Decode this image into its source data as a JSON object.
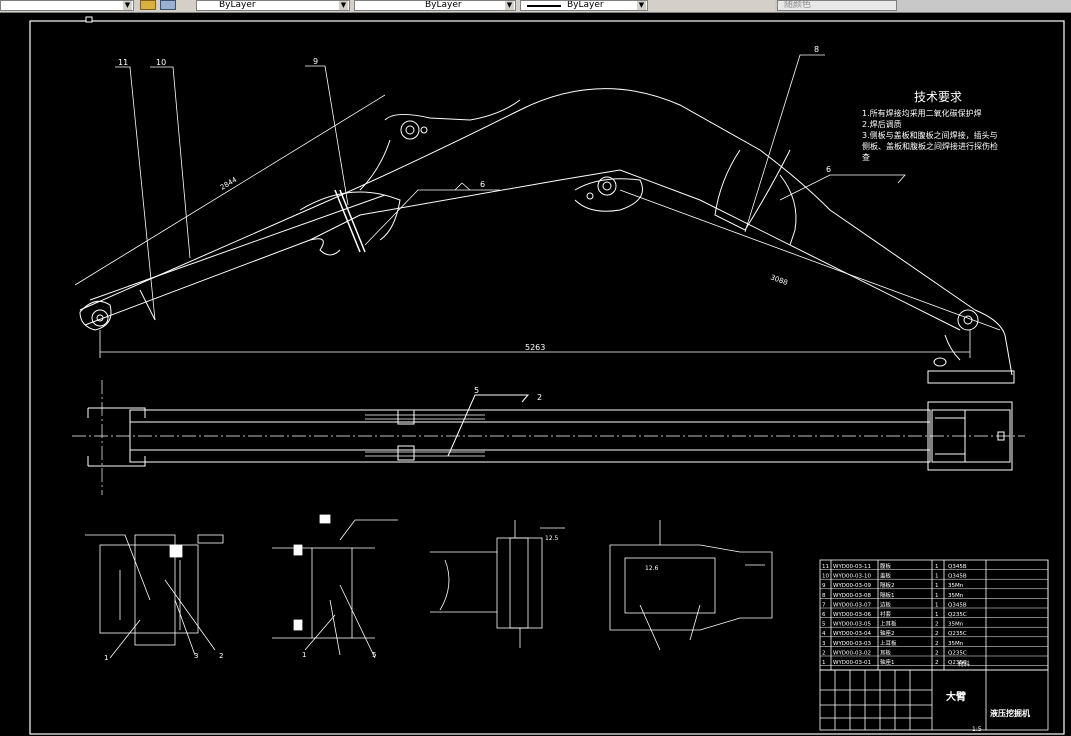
{
  "toolbar": {
    "layer_value": "ByLayer",
    "linetype_value": "ByLayer",
    "lineweight_value": "ByLayer",
    "plotstyle_value": "随颜色"
  },
  "drawing": {
    "dimensions": {
      "total_length": "5263",
      "upper_slant": "2844",
      "lower_slant": "3088"
    },
    "callouts": {
      "c11": "11",
      "c10": "10",
      "c9": "9",
      "c8": "8",
      "c6a": "6",
      "c6b": "6",
      "c5": "5",
      "c2": "2"
    },
    "tech_requirements": {
      "title": "技术要求",
      "lines": [
        "1.所有焊接均采用二氧化碳保护焊",
        "2.焊后调质",
        "3.侧板与盖板和腹板之间焊接，插头与",
        "侧板、盖板和腹板之间焊接进行探伤检",
        "查"
      ]
    },
    "detail_labels": [
      "1",
      "3",
      "2",
      "1",
      "5",
      "12.6",
      "12.5"
    ],
    "bom": {
      "rows": [
        {
          "no": "11",
          "code": "WYD00-03-11",
          "name": "腹板",
          "qty": "1",
          "mat": "Q345B"
        },
        {
          "no": "10",
          "code": "WYD00-03-10",
          "name": "盖板",
          "qty": "1",
          "mat": "Q345B"
        },
        {
          "no": "9",
          "code": "WYD00-03-09",
          "name": "隔板2",
          "qty": "1",
          "mat": "35Mn"
        },
        {
          "no": "8",
          "code": "WYD00-03-08",
          "name": "隔板1",
          "qty": "1",
          "mat": "35Mn"
        },
        {
          "no": "7",
          "code": "WYD00-03-07",
          "name": "边板",
          "qty": "1",
          "mat": "Q345B"
        },
        {
          "no": "6",
          "code": "WYD00-03-06",
          "name": "衬套",
          "qty": "1",
          "mat": "Q235C"
        },
        {
          "no": "5",
          "code": "WYD00-03-05",
          "name": "上耳板",
          "qty": "2",
          "mat": "35Mn"
        },
        {
          "no": "4",
          "code": "WYD00-03-04",
          "name": "轴座2",
          "qty": "2",
          "mat": "Q235C"
        },
        {
          "no": "3",
          "code": "WYD00-03-03",
          "name": "上耳板",
          "qty": "2",
          "mat": "35Mn"
        },
        {
          "no": "2",
          "code": "WYD00-03-02",
          "name": "耳板",
          "qty": "2",
          "mat": "Q235C"
        },
        {
          "no": "1",
          "code": "WYD00-03-01",
          "name": "轴座1",
          "qty": "2",
          "mat": "Q235C"
        }
      ],
      "header_material": "材料",
      "title_part": "大臂",
      "title_machine": "液压挖掘机",
      "scale": "1:5"
    }
  }
}
